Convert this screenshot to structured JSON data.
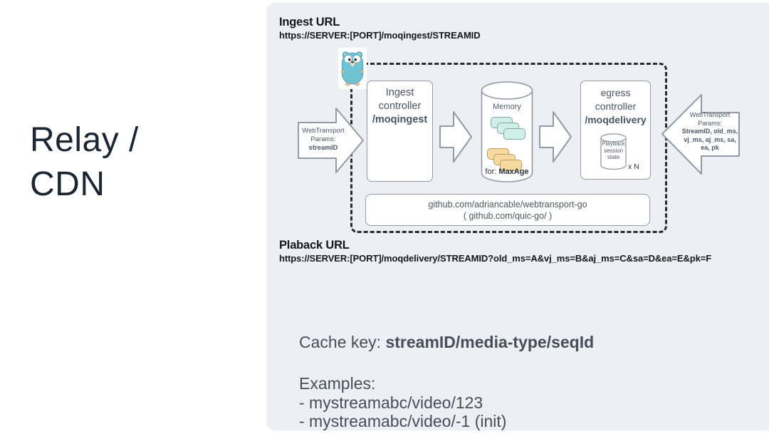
{
  "slide": {
    "title_line1": "Relay /",
    "title_line2": "CDN"
  },
  "ingest": {
    "label": "Ingest URL",
    "url": "https://SERVER:[PORT]/moqingest/STREAMID"
  },
  "playback": {
    "label": "Plaback URL",
    "url": "https://SERVER:[PORT]/moqdelivery/STREAMID?old_ms=A&vj_ms=B&aj_ms=C&sa=D&ea=E&pk=F"
  },
  "diagram": {
    "gopher_icon": "go-gopher",
    "ingress_arrow": {
      "line1": "WebTransport",
      "line2": "Params:",
      "param": "streamID"
    },
    "ingest_controller": {
      "line1": "Ingest",
      "line2": "controller",
      "path": "/moqingest"
    },
    "memory": {
      "label": "Memory",
      "footer_prefix": "for: ",
      "footer_value": "MaxAge"
    },
    "egress_controller": {
      "line1": "egress",
      "line2": "controller",
      "path": "/moqdelivery",
      "session_state": "Playback session state",
      "multiplier": "x N"
    },
    "egress_arrow": {
      "line1": "WebTransport",
      "line2": "Params:",
      "line3": "StreamID, old_ms,",
      "line4": "vj_ms, aj_ms, sa,",
      "line5": "ea, pk"
    },
    "library": {
      "line1": "github.com/adriancable/webtransport-go",
      "line2": "( github.com/quic-go/ )"
    }
  },
  "cache": {
    "key_prefix": "Cache key: ",
    "key_value": "streamID/media-type/seqId",
    "examples_label": "Examples:",
    "examples": [
      "- mystreamabc/video/123",
      "- mystreamabc/video/-1 (init)"
    ]
  },
  "colors": {
    "card_bg": "#edeff5",
    "title_text": "#1c2633",
    "diagram_text": "#4b5563",
    "dashed_border": "#2b2b2b",
    "teal_block": "#d2efe7",
    "orange_block": "#f8d9a0",
    "gopher_body": "#6ec3d4"
  }
}
